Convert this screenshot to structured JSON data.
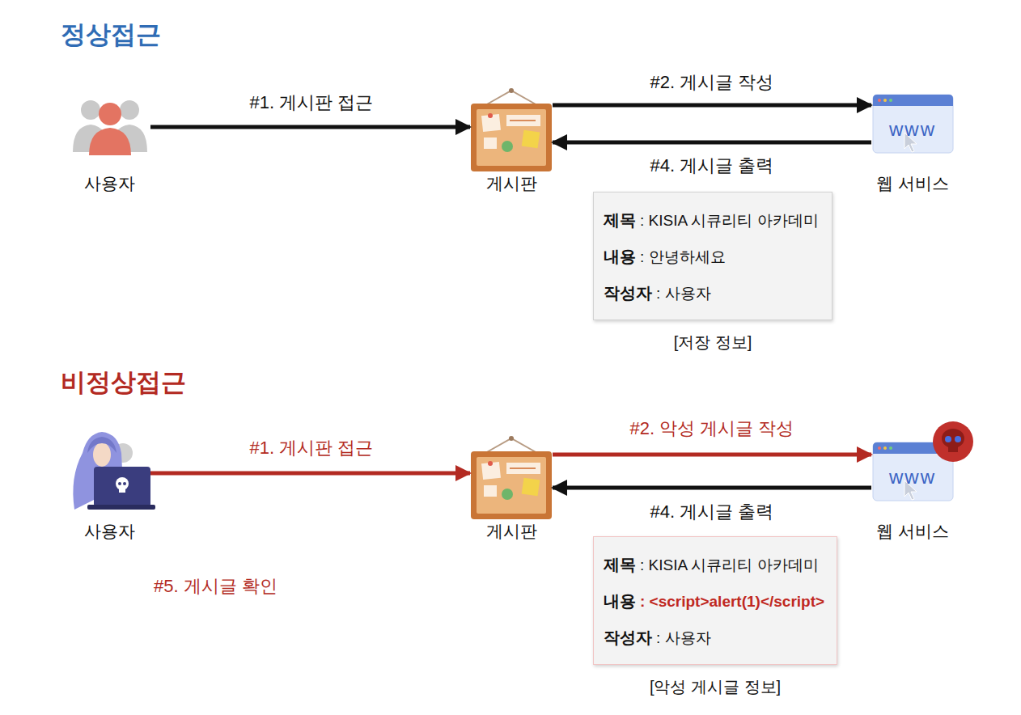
{
  "diagram": {
    "nodes": [
      {
        "text": [
          "사용자"
        ]
      },
      {
        "text": [
          "게시판"
        ]
      },
      {
        "text": [
          "웹 서비스"
        ]
      },
      {
        "text": [
          "제목",
          ": KISIA 시큐리티 아카데미",
          "내용",
          ": 안녕하세요",
          "작성자",
          ": 사용자",
          "[저장 정보]"
        ]
      },
      {
        "text": [
          "사용자"
        ]
      },
      {
        "text": [
          "게시판"
        ]
      },
      {
        "text": [
          "웹 서비스"
        ]
      },
      {
        "text": [
          "제목",
          ": KISIA 시큐리티 아카데미",
          "내용",
          ": <script>alert(1)</script>",
          "작성자",
          ": 사용자",
          "[악성 게시글 정보]"
        ]
      }
    ],
    "edges": [
      {
        "from": 0,
        "to": 1,
        "arrow": "to",
        "label": "#1. 게시판 접근"
      },
      {
        "from": 1,
        "to": 2,
        "arrow": "to",
        "label": "#2. 게시글 작성"
      },
      {
        "from": 2,
        "to": 1,
        "arrow": "to",
        "label": "#4. 게시글 출력"
      },
      {
        "from": 4,
        "to": 5,
        "arrow": "to",
        "label": "#1. 게시판 접근"
      },
      {
        "from": 5,
        "to": 6,
        "arrow": "to",
        "label": "#2. 악성 게시글 작성"
      },
      {
        "from": 6,
        "to": 5,
        "arrow": "to",
        "label": "#4. 게시글 출력"
      }
    ],
    "labels": [
      "정상접근",
      "비정상접근",
      "#5. 게시글 확인",
      "www",
      "www"
    ]
  }
}
